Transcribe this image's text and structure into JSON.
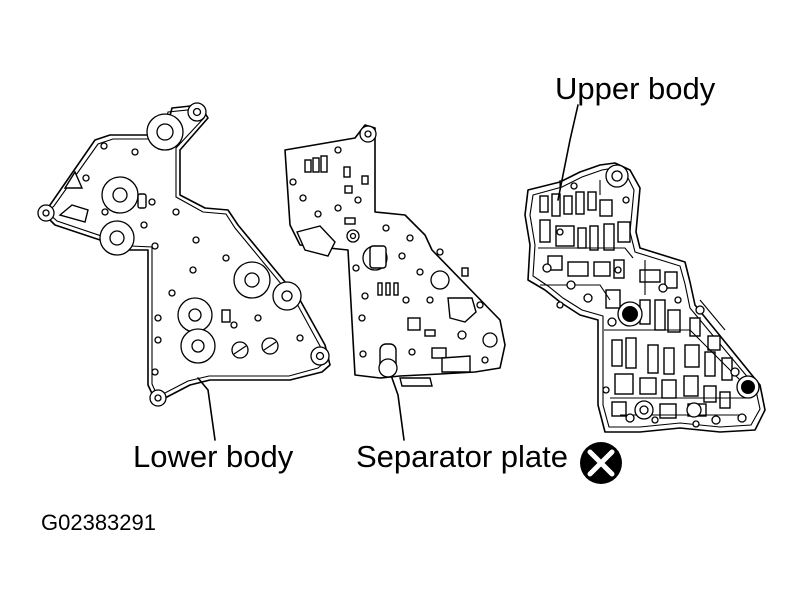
{
  "labels": {
    "lower_body": "Lower body",
    "separator_plate": "Separator plate",
    "upper_body": "Upper body"
  },
  "figure_code": "G02383291",
  "symbols": {
    "no_reuse": "circle-x-icon"
  }
}
